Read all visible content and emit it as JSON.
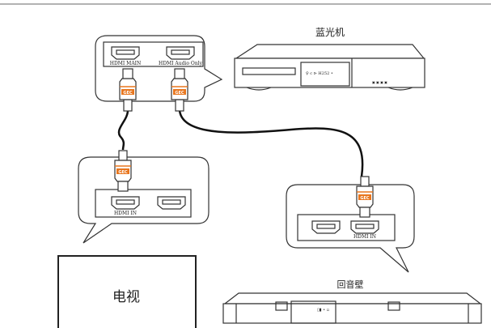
{
  "devices": {
    "bluray": {
      "label": "蓝光机"
    },
    "tv": {
      "label": "电视"
    },
    "soundbar": {
      "label": "回音壁"
    }
  },
  "bluray_bubble": {
    "port_main": "HDMI MAIN",
    "port_audio": "HDMI Audio Only"
  },
  "tv_bubble": {
    "port_label": "HDMI IN"
  },
  "soundbar_bubble": {
    "port_label": "HDMI IN"
  },
  "plug_brand": "GEC",
  "colors": {
    "plug_accent": "#e8761e",
    "line": "#333333",
    "cable": "#111111"
  }
}
